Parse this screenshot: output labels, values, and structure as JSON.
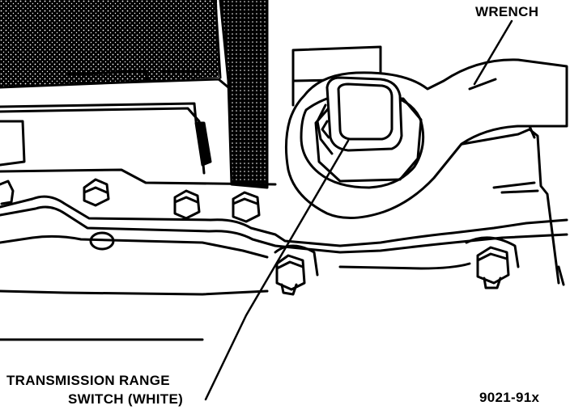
{
  "labels": {
    "wrench": "WRENCH",
    "transmission_range_switch_line1": "TRANSMISSION RANGE",
    "transmission_range_switch_line2": "SWITCH (WHITE)",
    "figure_number": "9021-91x"
  },
  "colors": {
    "ink": "#000000",
    "paper": "#ffffff"
  }
}
